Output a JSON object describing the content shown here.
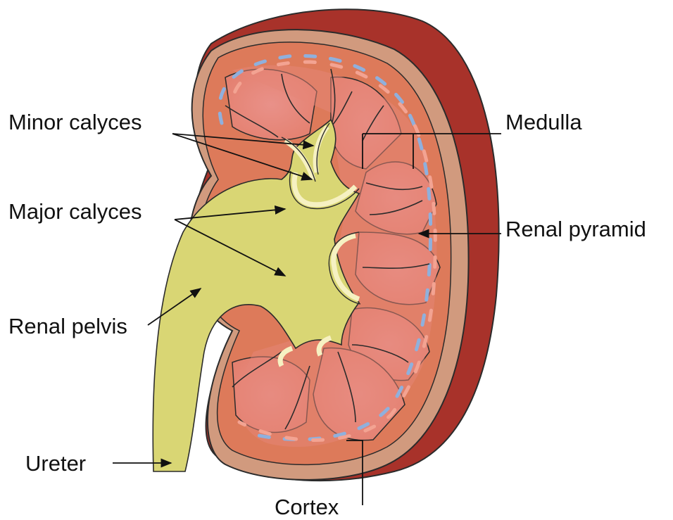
{
  "labels": {
    "minor_calyces": "Minor calyces",
    "major_calyces": "Major calyces",
    "renal_pelvis": "Renal pelvis",
    "ureter": "Ureter",
    "medulla": "Medulla",
    "renal_pyramid": "Renal pyramid",
    "cortex": "Cortex"
  },
  "colors": {
    "capsule_dark": "#a8322a",
    "capsule_light": "#d19a7e",
    "cortex": "#dd7a5a",
    "pyramid": "#e5877d",
    "calyx": "#d9d674",
    "calyx_rim": "#f6f1c2",
    "vessel_blue": "#8fb0dd",
    "vessel_pink": "#f3a392",
    "outline": "#2b2b2b"
  }
}
